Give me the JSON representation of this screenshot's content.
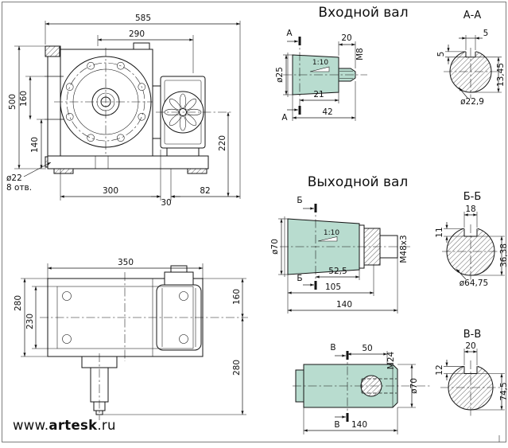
{
  "colors": {
    "shaft_fill": "#b8dccf",
    "line": "#141414"
  },
  "watermark": {
    "prefix": "www.",
    "name": "artesk",
    "suffix": ".ru"
  },
  "titles": {
    "input_shaft": "Входной вал",
    "output_shaft": "Выходной вал",
    "section_aa": "А-А",
    "section_bb": "Б-Б",
    "section_vv": "В-В"
  },
  "front_view": {
    "d585": "585",
    "d290": "290",
    "d500": "500",
    "d160": "160",
    "d140": "140",
    "d300": "300",
    "d30": "30",
    "d82": "82",
    "d220": "220",
    "hole_dia": "ø22",
    "hole_count": "8 отв."
  },
  "top_view": {
    "d350": "350",
    "d280_left": "280",
    "d230": "230",
    "d160": "160",
    "d280_right": "280"
  },
  "input_shaft": {
    "label_top": "А",
    "label_bottom": "А",
    "d20": "20",
    "thread": "M8",
    "dia": "ø25",
    "taper": "1:10",
    "d21": "21",
    "d42": "42"
  },
  "section_aa": {
    "key_width": "5",
    "key_height": "5",
    "dia": "ø22,9",
    "depth": "13,45"
  },
  "output_shaft": {
    "label_top": "Б",
    "label_bottom": "Б",
    "dia": "ø70",
    "taper": "1:10",
    "d52_5": "52,5",
    "d105": "105",
    "d140": "140",
    "thread": "М48х3"
  },
  "section_bb": {
    "key_width": "18",
    "key_height": "11",
    "dia": "ø64,75",
    "depth": "36,38"
  },
  "v_shaft": {
    "label_top": "В",
    "label_bottom": "В",
    "d50": "50",
    "thread": "М24",
    "dia": "ø70",
    "d140": "140"
  },
  "section_vv": {
    "key_width": "20",
    "key_height": "12",
    "depth": "74,5"
  }
}
